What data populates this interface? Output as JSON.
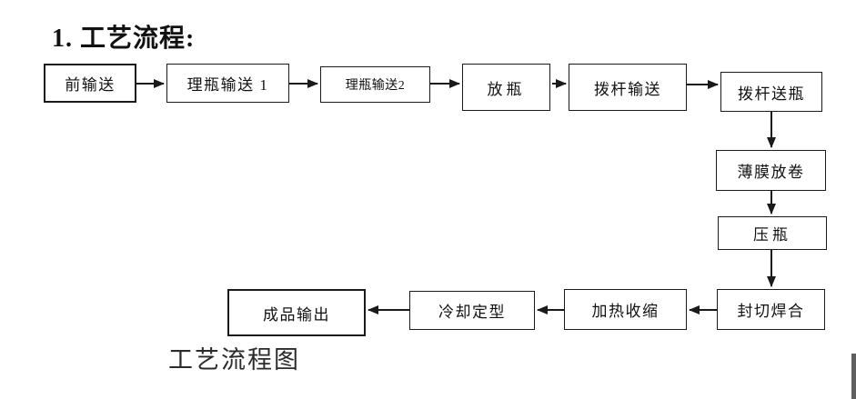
{
  "document": {
    "heading": "1. 工艺流程:",
    "figure_caption": "工艺流程图"
  },
  "flowchart": {
    "nodes": [
      {
        "label": "前输送"
      },
      {
        "label": "理瓶输送 1"
      },
      {
        "label": "理瓶输送2"
      },
      {
        "label": "放瓶"
      },
      {
        "label": "拨杆输送"
      },
      {
        "label": "拨杆送瓶"
      },
      {
        "label": "薄膜放卷"
      },
      {
        "label": "压瓶"
      },
      {
        "label": "封切焊合"
      },
      {
        "label": "加热收缩"
      },
      {
        "label": "冷却定型"
      },
      {
        "label": "成品输出"
      }
    ],
    "edges": [
      [
        0,
        1
      ],
      [
        1,
        2
      ],
      [
        2,
        3
      ],
      [
        3,
        4
      ],
      [
        4,
        5
      ],
      [
        5,
        6
      ],
      [
        6,
        7
      ],
      [
        7,
        8
      ],
      [
        8,
        9
      ],
      [
        9,
        10
      ],
      [
        10,
        11
      ]
    ]
  },
  "colors": {
    "line": "#1a1a1a",
    "text": "#111111",
    "background": "#ffffff",
    "scrollbar_thumb": "#5f5f5f"
  }
}
